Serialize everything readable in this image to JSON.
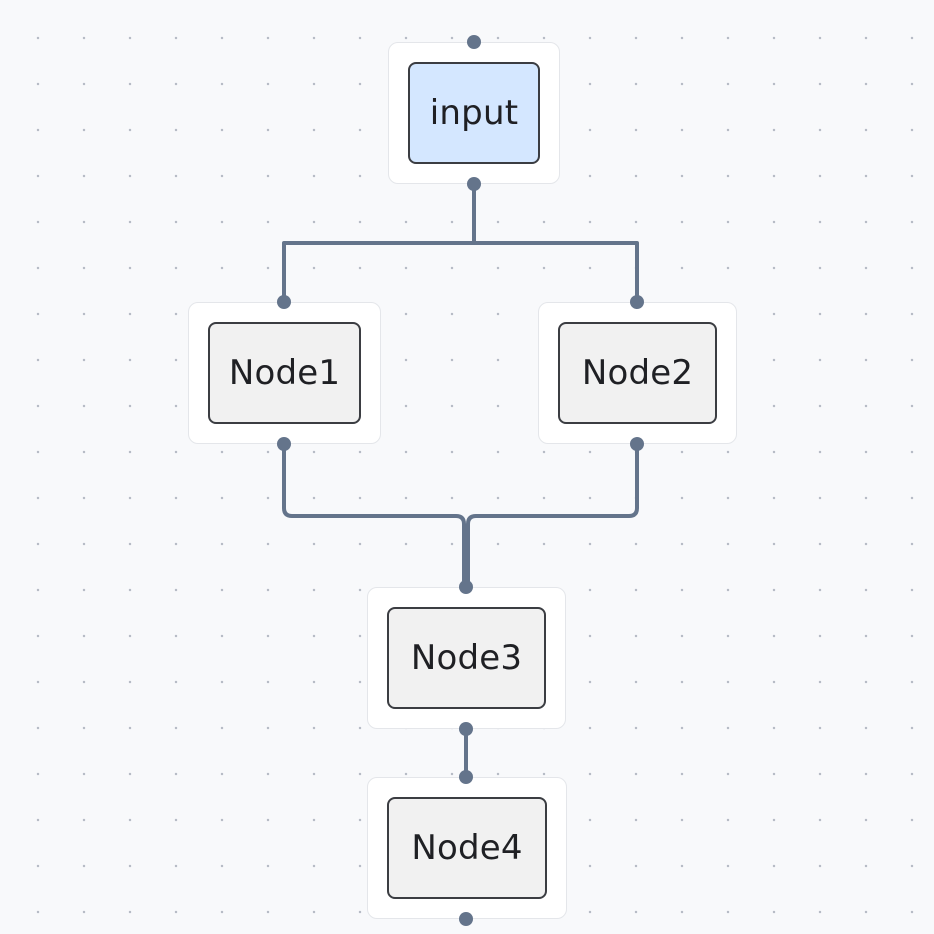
{
  "diagram": {
    "colors": {
      "background": "#f8f9fb",
      "edge": "#64748b",
      "handle": "#64748b",
      "node_fill": "#f1f1f1",
      "input_fill": "#d4e7ff",
      "node_border": "#3b3d42"
    },
    "nodes": [
      {
        "id": "input",
        "label": "input"
      },
      {
        "id": "node1",
        "label": "Node1"
      },
      {
        "id": "node2",
        "label": "Node2"
      },
      {
        "id": "node3",
        "label": "Node3"
      },
      {
        "id": "node4",
        "label": "Node4"
      }
    ],
    "edges": [
      {
        "from": "input",
        "to": "node1"
      },
      {
        "from": "input",
        "to": "node2"
      },
      {
        "from": "node1",
        "to": "node3"
      },
      {
        "from": "node2",
        "to": "node3"
      },
      {
        "from": "node3",
        "to": "node4"
      }
    ]
  }
}
